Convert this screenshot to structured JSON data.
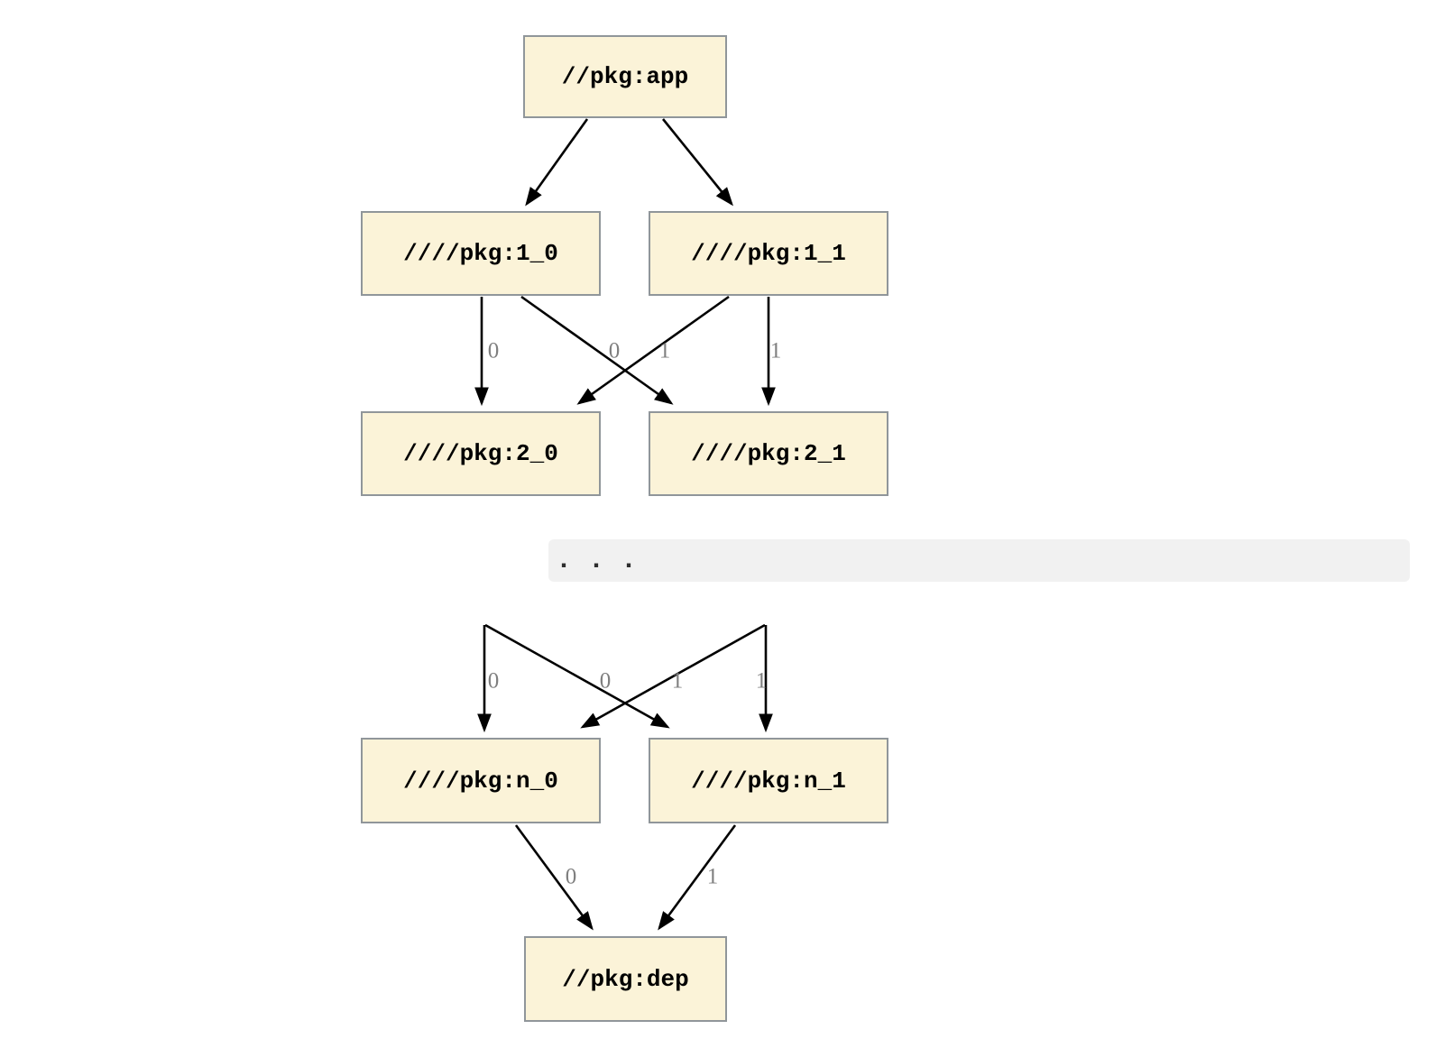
{
  "graph": {
    "ellipsis": ". . .",
    "colors": {
      "background": "#FFFFFF",
      "node_fill": "#FBF3D8",
      "node_border": "#90969A",
      "node_text": "#000000",
      "edge": "#000000",
      "edge_label": "#7F7F7F",
      "band_bg": "#F1F1F1",
      "band_dots": "#2E2E2E"
    },
    "nodes": [
      {
        "id": "app",
        "label": "//pkg:app"
      },
      {
        "id": "1_0",
        "label": "////pkg:1_0"
      },
      {
        "id": "1_1",
        "label": "////pkg:1_1"
      },
      {
        "id": "2_0",
        "label": "////pkg:2_0"
      },
      {
        "id": "2_1",
        "label": "////pkg:2_1"
      },
      {
        "id": "n_0",
        "label": "////pkg:n_0"
      },
      {
        "id": "n_1",
        "label": "////pkg:n_1"
      },
      {
        "id": "dep",
        "label": "//pkg:dep"
      }
    ],
    "edges": [
      {
        "from": "//pkg:app",
        "to": "////pkg:1_0",
        "label": ""
      },
      {
        "from": "//pkg:app",
        "to": "////pkg:1_1",
        "label": ""
      },
      {
        "from": "////pkg:1_0",
        "to": "////pkg:2_0",
        "label": "0"
      },
      {
        "from": "////pkg:1_0",
        "to": "////pkg:2_1",
        "label": "1"
      },
      {
        "from": "////pkg:1_1",
        "to": "////pkg:2_0",
        "label": "0"
      },
      {
        "from": "////pkg:1_1",
        "to": "////pkg:2_1",
        "label": "1"
      },
      {
        "from": "...",
        "to": "////pkg:n_0",
        "label": "0"
      },
      {
        "from": "...",
        "to": "////pkg:n_1",
        "label": "1"
      },
      {
        "from": "...",
        "to": "////pkg:n_0",
        "label": "0"
      },
      {
        "from": "...",
        "to": "////pkg:n_1",
        "label": "1"
      },
      {
        "from": "////pkg:n_0",
        "to": "//pkg:dep",
        "label": "0"
      },
      {
        "from": "////pkg:n_1",
        "to": "//pkg:dep",
        "label": "1"
      }
    ]
  }
}
